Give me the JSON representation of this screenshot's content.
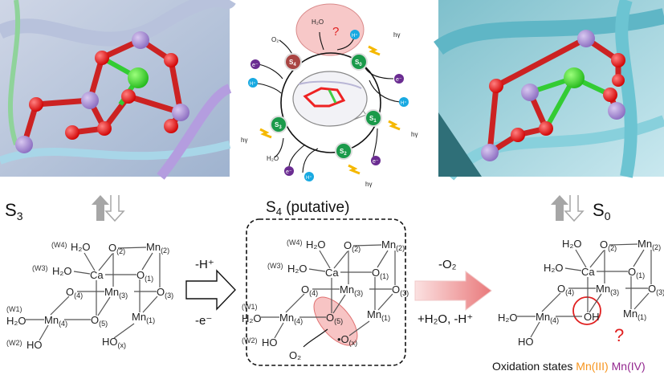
{
  "labels": {
    "s3": "S",
    "s3_sub": "3",
    "s4": "S",
    "s4_sub": "4",
    "s4_note": " (putative)",
    "s0": "S",
    "s0_sub": "0"
  },
  "cycle": {
    "states": [
      {
        "main": "S",
        "sub": "4",
        "color": "#a94442"
      },
      {
        "main": "S",
        "sub": "0",
        "color": "#1a9a4a"
      },
      {
        "main": "S",
        "sub": "1",
        "color": "#1a9a4a"
      },
      {
        "main": "S",
        "sub": "2",
        "color": "#1a9a4a"
      },
      {
        "main": "S",
        "sub": "3",
        "color": "#1a9a4a"
      }
    ],
    "water_top": "H₂O",
    "question": "?",
    "o2": "O₂",
    "water_bottom": "H₂O",
    "electron": "e⁻",
    "proton": "H⁺",
    "photon": "hγ"
  },
  "step1": {
    "above": "-H⁺",
    "below": "-e⁻"
  },
  "step2": {
    "above": "-O₂",
    "below": "+H₂O, -H⁺"
  },
  "structures": [
    {
      "name": "s3-structure",
      "atoms": {
        "w4lbl": {
          "main": "(W4)"
        },
        "w4": {
          "main": "H₂O"
        },
        "o2": {
          "main": "O",
          "sub": "(2)"
        },
        "mn2": {
          "main": "Mn",
          "sub": "(2)",
          "color": "#93278f"
        },
        "w3lbl": {
          "main": "(W3)"
        },
        "w3": {
          "main": "H₂O"
        },
        "ca": {
          "main": "Ca",
          "color": "#1e9a2a"
        },
        "o1": {
          "main": "O",
          "sub": "(1)"
        },
        "o4": {
          "main": "O",
          "sub": "(4)"
        },
        "mn3": {
          "main": "Mn",
          "sub": "(3)",
          "color": "#93278f"
        },
        "o3": {
          "main": "O",
          "sub": "(3)"
        },
        "w1lbl": {
          "main": "(W1)"
        },
        "w1": {
          "main": "H₂O"
        },
        "mn4": {
          "main": "Mn",
          "sub": "(4)",
          "color": "#93278f"
        },
        "o5": {
          "main": "O",
          "sub": "(5)"
        },
        "mn1": {
          "main": "Mn",
          "sub": "(1)",
          "color": "#93278f"
        },
        "w2lbl": {
          "main": "(W2)"
        },
        "w2": {
          "main": "HO"
        },
        "ox": {
          "main": "HO",
          "sub": "(x)"
        }
      }
    },
    {
      "name": "s4-structure",
      "atoms": {
        "w4lbl": {
          "main": "(W4)"
        },
        "w4": {
          "main": "H₂O"
        },
        "o2": {
          "main": "O",
          "sub": "(2)"
        },
        "mn2": {
          "main": "Mn",
          "sub": "(2)",
          "color": "#93278f"
        },
        "w3lbl": {
          "main": "(W3)"
        },
        "w3": {
          "main": "H₂O"
        },
        "ca": {
          "main": "Ca",
          "color": "#1e9a2a"
        },
        "o1": {
          "main": "O",
          "sub": "(1)"
        },
        "o4": {
          "main": "O",
          "sub": "(4)"
        },
        "mn3": {
          "main": "Mn",
          "sub": "(3)",
          "color": "#93278f"
        },
        "o3": {
          "main": "O",
          "sub": "(3)"
        },
        "w1lbl": {
          "main": "(W1)"
        },
        "w1": {
          "main": "H₂O"
        },
        "mn4": {
          "main": "Mn",
          "sub": "(4)",
          "color": "#93278f"
        },
        "o5": {
          "main": "O",
          "sub": "(5)"
        },
        "mn1": {
          "main": "Mn",
          "sub": "(1)",
          "color": "#93278f"
        },
        "w2lbl": {
          "main": "(W2)"
        },
        "w2": {
          "main": "HO"
        },
        "ox": {
          "main": "•O",
          "sub": "(x)"
        }
      },
      "released": "O₂"
    },
    {
      "name": "s0-structure",
      "atoms": {
        "w4": {
          "main": "H₂O"
        },
        "o2": {
          "main": "O",
          "sub": "(2)"
        },
        "mn2": {
          "main": "Mn",
          "sub": "(2)",
          "color": "#93278f"
        },
        "w3": {
          "main": "H₂O"
        },
        "ca": {
          "main": "Ca",
          "color": "#1e9a2a"
        },
        "o1": {
          "main": "O",
          "sub": "(1)"
        },
        "o4": {
          "main": "O",
          "sub": "(4)"
        },
        "mn3": {
          "main": "Mn",
          "sub": "(3)",
          "color": "#f7941d"
        },
        "o3": {
          "main": "O",
          "sub": "(3)"
        },
        "w1": {
          "main": "H₂O"
        },
        "mn4": {
          "main": "Mn",
          "sub": "(4)",
          "color": "#f7941d"
        },
        "o5": {
          "main": "OH"
        },
        "mn1": {
          "main": "Mn",
          "sub": "(1)",
          "color": "#f7941d"
        },
        "w2": {
          "main": "HO"
        }
      },
      "question": "?"
    }
  ],
  "legend": {
    "prefix": "Oxidation states ",
    "mn3": "Mn(III)",
    "mn4": "Mn(IV)",
    "mn3_color": "#f7941d",
    "mn4_color": "#93278f"
  }
}
